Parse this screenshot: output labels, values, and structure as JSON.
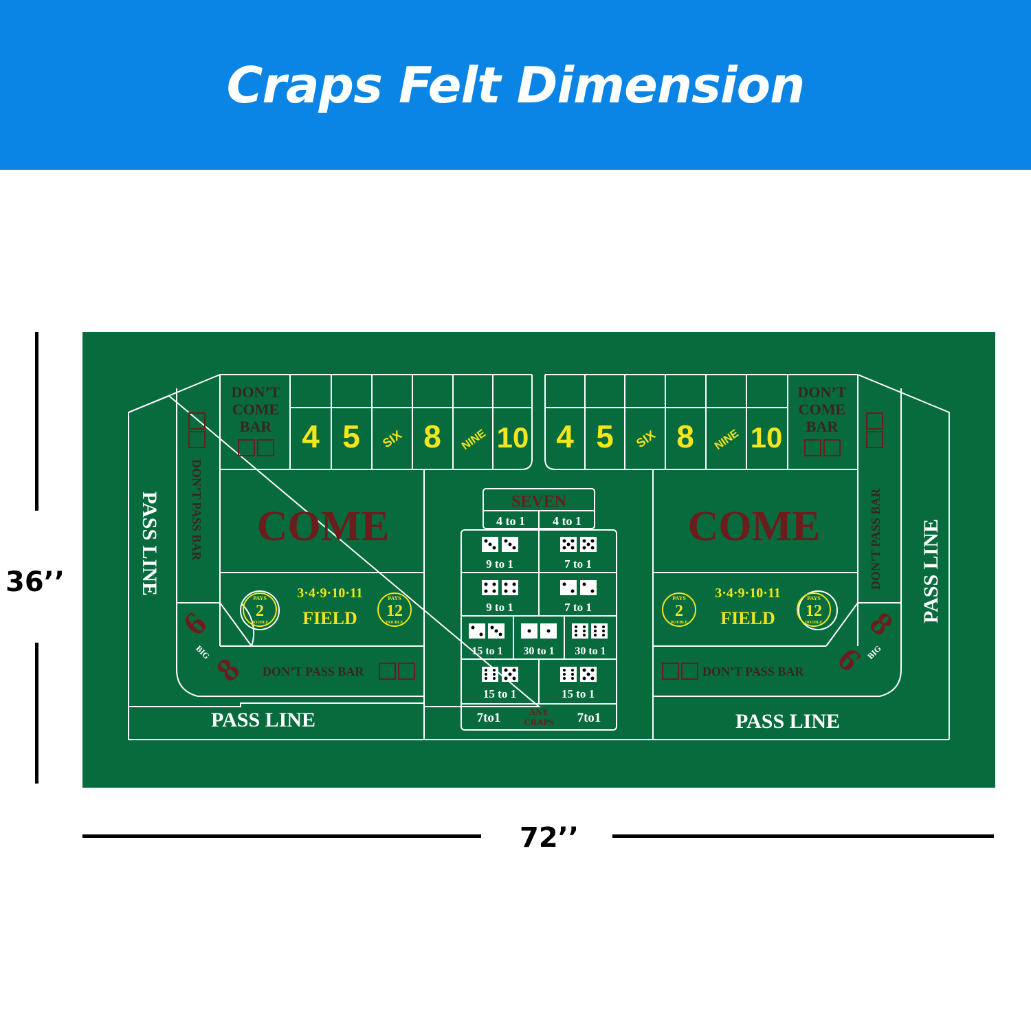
{
  "header": {
    "title": "Craps Felt Dimension"
  },
  "dimensions": {
    "height_label": "36’’",
    "width_label": "72’’"
  },
  "colors": {
    "banner": "#0a85e6",
    "felt": "#086b3e",
    "line": "#ffffff",
    "yellow": "#f3e61c",
    "maroon": "#6b1d1d",
    "dark": "#3a2520"
  },
  "felt": {
    "dont_come_bar": [
      "DON’T",
      "COME",
      "BAR"
    ],
    "place_numbers": [
      "4",
      "5",
      "SIX",
      "8",
      "NINE",
      "10"
    ],
    "come": "COME",
    "field": "FIELD",
    "field_numbers": "3·4·9·10·11",
    "pays": "PAYS",
    "double": "DOUBLE",
    "field_two": "2",
    "field_twelve": "12",
    "dont_pass_bar": "DON’T PASS BAR",
    "pass_line": "PASS LINE",
    "big": "BIG",
    "big_six": "6",
    "big_eight": "8",
    "seven": "SEVEN",
    "seven_odds": "4 to 1",
    "any_craps": [
      "ANY",
      "CRAPS"
    ],
    "any_craps_odds": "7to1",
    "props": {
      "hard_six": "9 to 1",
      "hard_ten": "7 to 1",
      "hard_eight": "9 to 1",
      "hard_four": "7 to 1",
      "three": "15 to 1",
      "two": "30 to 1",
      "twelve": "30 to 1",
      "eleven_a": "15 to 1",
      "eleven_b": "15 to 1"
    }
  }
}
